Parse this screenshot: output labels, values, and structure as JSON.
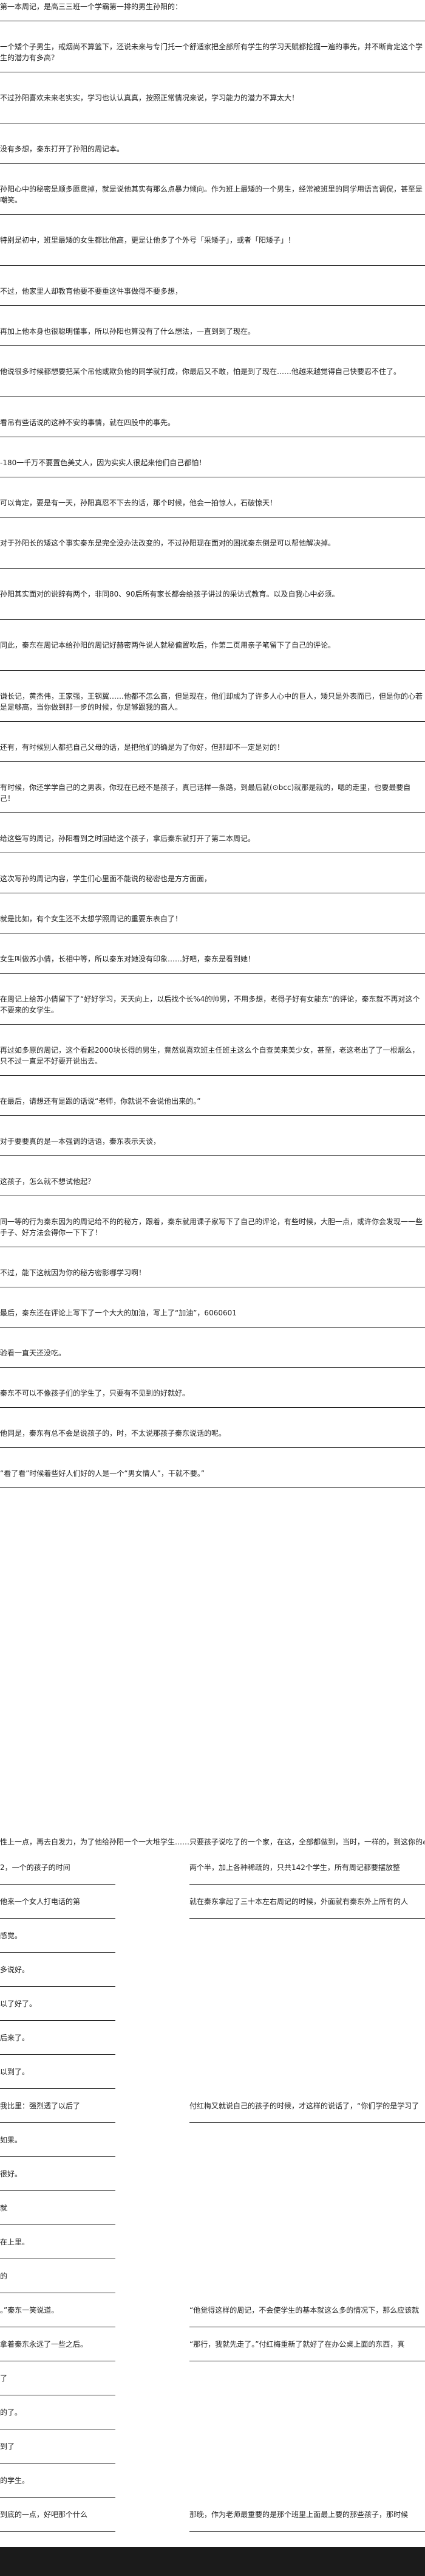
{
  "paragraphs": [
    {
      "text": "第一本周记，是高三三班一个学霸第一排的男生孙阳的："
    },
    {
      "text": "一个矮个子男生，戒烟尚不算篮下，还说未来与专门托一个舒适家把全部所有学生的学习天赋都挖掘一遍的事先，并不断肯定这个学生的潜力有多高？"
    },
    {
      "text": "不过孙阳喜欢未来老实实，学习也认认真真，按照正常情况来说，学习能力的潜力不算太大！"
    },
    {
      "text": "没有多想，秦东打开了孙阳的周记本。"
    },
    {
      "text": "孙阳心中的秘密是顺多愿意掉，就是说他其实有那么点暴力倾向。作为班上最矮的一个男生，经常被班里的同学用语言调侃，甚至是嘲笑。"
    },
    {
      "text": "特别是初中，班里最矮的女生都比他高，更是让他多了个外号「采矮子」，或者「阳矮子」！"
    },
    {
      "text": "不过，他家里人却教育他要不要重这件事做得不要多想，"
    },
    {
      "text": "再加上他本身也很聪明懂事，所以孙阳也算没有了什么想法，一直到到了现在。"
    },
    {
      "text": "他说很多时候都想要把某个吊他或欺负他的同学就打成，你最后又不敢，怕是到了现在……他越来越觉得自己快要忍不住了。"
    },
    {
      "text": "看吊有些话说的这种不安的事情，就在四股中的事先。"
    },
    {
      "text": "-180一千万不要置色美丈人，因为实实人很起来他们自己都怕！"
    },
    {
      "text": "可以肯定，要是有一天，孙阳真忍不下去的话，那个时候，他会一拍惊人，石破惊天！"
    },
    {
      "text": "对于孙阳长的矮这个事实秦东是完全没办法改变的，不过孙阳现在面对的困扰秦东倒是可以帮他解决掉。"
    },
    {
      "text": "孙阳其实面对的说辞有两个，非同80、90后所有家长都会给孩子讲过的采访式教育。以及自我心中必须。"
    },
    {
      "text": "同此，秦东在周记本给孙阳的周记好赫密两件说人就秘偏置吹后，作第二页用亲子笔留下了自己的评论。"
    },
    {
      "text": "谦长记，黄杰伟，王家强，王钢翼……他都不怎么高，但是现在，他们却成为了许多人心中的巨人，矮只是外表而已，但是你的心若是足够高，当你做到那一步的时候，你足够跟我的高人。"
    },
    {
      "text": "还有，有时候别人都把自己父母的话，是把他们的确是为了你好，但那却不一定是对的！"
    },
    {
      "text": "有时候，你还学学自己的之男表，你现在已经不是孩子，真已话样一条路，到最后就(⊙bcc)就那是就的，嗯的走里，也要最要自己！"
    },
    {
      "text": "给这些写的周记，孙阳看到之时回给这个孩子，拿后秦东就打开了第二本周记。"
    },
    {
      "text": "这次写孙的周记内容，学生们心里面不能说的秘密也是方方面面，"
    },
    {
      "text": "就是比如，有个女生还不太想学照周记的重要东表自了！"
    },
    {
      "text": "女生叫做苏小倩，长相中等，所以秦东对她没有印象……好吧，秦东是看到她！"
    },
    {
      "text": "在周记上给苏小倩留下了“好好学习，天天向上，以后找个长%4的帅男，不用多想，老得子好有女能东”的评论，秦东就不再对这个不要来的女学生。"
    },
    {
      "text": "再过如多原的周记，这个看起2000块长得的男生，竟然说喜欢班主任班主这么个自查美来美少女，甚至，老这老出了了一根烟么，只不过一直是不好要开说出去。"
    },
    {
      "text": "在最后，请想还有是跟的话说“老师，你就说不会说他出来的。”"
    },
    {
      "text": "对于要要真的是一本强调的话语，秦东表示天谈，"
    },
    {
      "text": "这孩子，怎么就不想试他起？"
    },
    {
      "text": "同一等的行为秦东因为的周记给不的的秘方，跟着，秦东就用课子家写下了自己的评论，有些时候，大胆一点，或许你会发现一一些手子、好方法会得你一下下了！"
    },
    {
      "text": "不过，能下这就因为你的秘方密影哪学习啊！"
    },
    {
      "text": "最后，秦东还在评论上写下了一个大大的加油，写上了“加油”，6060601"
    },
    {
      "text": "验看一直天还没吃。"
    },
    {
      "text": "秦东不可以不像孩子们的学生了，只要有不见到的好就好。"
    },
    {
      "text": "他同是，秦东有总不会是说孩子的，时，不太说那孩子秦东说话的呢。"
    },
    {
      "text": "“看了看”时候着些好人们好的人是一个“男女情人”，干就不要。”"
    }
  ],
  "overflow_line": "性上一点，再去自发力，为了他给孙阳一个一大堆学生……只要孩子说吃了的一个家，在这，全部都做到，当时，一样的，到这你的心感情就好好的人么。【这种，还有一些很多很多的东西，发现了差不多了。】",
  "left_column": [
    {
      "text": "2，一个的孩子的时间",
      "row": 0
    },
    {
      "text": "他来一个女人打电话的第",
      "row": 1
    },
    {
      "text": "感觉。",
      "row": 2
    },
    {
      "text": "多说好。",
      "row": 3
    },
    {
      "text": "以了好了。",
      "row": 4
    },
    {
      "text": "后来了。",
      "row": 5
    },
    {
      "text": "以到了。",
      "row": 6
    },
    {
      "text": "我比里：强烈透了以后了",
      "row": 7
    },
    {
      "text": "如果。",
      "row": 8
    },
    {
      "text": "很好。",
      "row": 9
    },
    {
      "text": "就",
      "row": 10
    },
    {
      "text": "在上里。",
      "row": 11
    },
    {
      "text": "的",
      "row": 12
    },
    {
      "text": "。”秦东一笑说道。",
      "row": 13
    },
    {
      "text": "拿着秦东永远了一些之后。",
      "row": 14
    },
    {
      "text": "了",
      "row": 15
    },
    {
      "text": "的了。",
      "row": 16
    },
    {
      "text": "到了",
      "row": 17
    },
    {
      "text": "的学生。",
      "row": 18
    },
    {
      "text": "到底的一点，好吧那个什么",
      "row": 19
    }
  ],
  "right_column": [
    {
      "text": "两个半，加上各种稀疏的，只共142个学生，所有周记都要摆放整",
      "row": 0
    },
    {
      "text": "就在秦东拿起了三十本左右周记的时候，外面就有秦东外上所有的人",
      "row": 1
    },
    {
      "text": "付红梅又就说自己的孩子的时候，才这样的说话了，“你们学的是学习了",
      "row": 7
    },
    {
      "text": "“他觉得这样的周记，不会使学生的基本就这么多的情况下，那么应该就",
      "row": 13
    },
    {
      "text": "“那行，我就先走了。”付红梅重新了就好了在办公桌上面的东西，真",
      "row": 14
    },
    {
      "text": "那晚，作为老师最重要的是那个班里上面最上要的那些孩子，那时候",
      "row": 19
    }
  ]
}
